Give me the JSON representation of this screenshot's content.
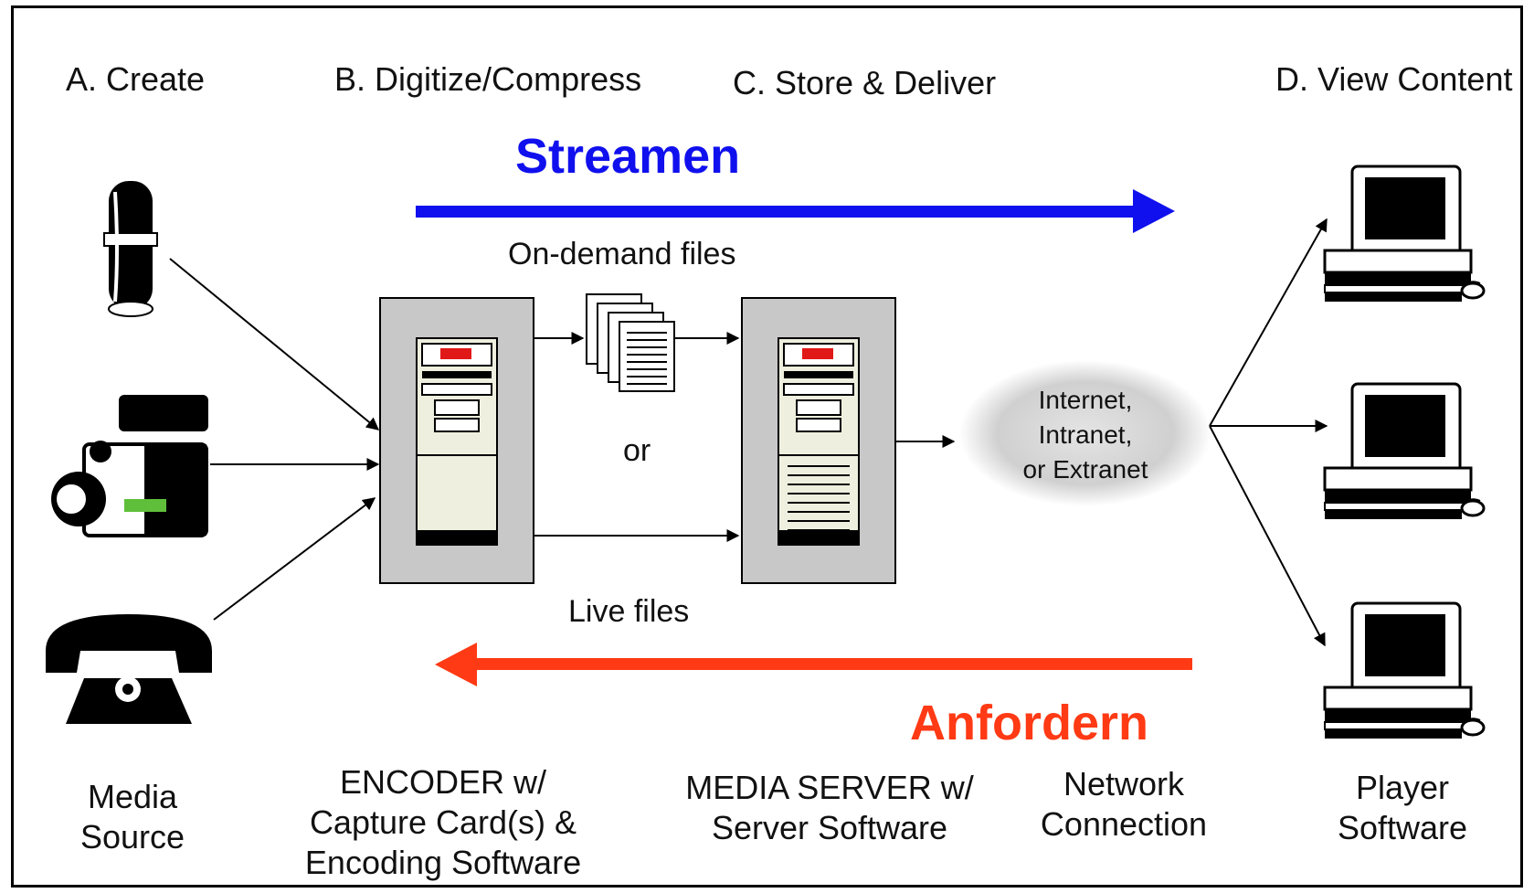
{
  "stages": {
    "create": "A. Create",
    "digitize": "B. Digitize/Compress",
    "store": "C. Store & Deliver",
    "view": "D. View Content"
  },
  "flows": {
    "stream": {
      "label": "Streamen",
      "color": "#1010ee"
    },
    "request": {
      "label": "Anfordern",
      "color": "#ff3a14"
    }
  },
  "labels": {
    "on_demand": "On-demand files",
    "or": "or",
    "live": "Live files",
    "network_line1": "Internet,",
    "network_line2": "Intranet,",
    "network_line3": "or Extranet"
  },
  "captions": {
    "media_line1": "Media",
    "media_line2": "Source",
    "encoder_line1": "ENCODER w/",
    "encoder_line2": "Capture Card(s) &",
    "encoder_line3": "Encoding Software",
    "server_line1": "MEDIA SERVER w/",
    "server_line2": "Server Software",
    "network_line1": "Network",
    "network_line2": "Connection",
    "player_line1": "Player",
    "player_line2": "Software"
  },
  "icons": {
    "sources": [
      "microphone-icon",
      "video-camera-icon",
      "telephone-icon"
    ],
    "encoder": "tower-computer-icon",
    "files": "document-stack-icon",
    "server": "tower-server-icon",
    "network": "network-cloud-icon",
    "clients": [
      "desktop-computer-icon",
      "desktop-computer-icon",
      "desktop-computer-icon"
    ]
  }
}
